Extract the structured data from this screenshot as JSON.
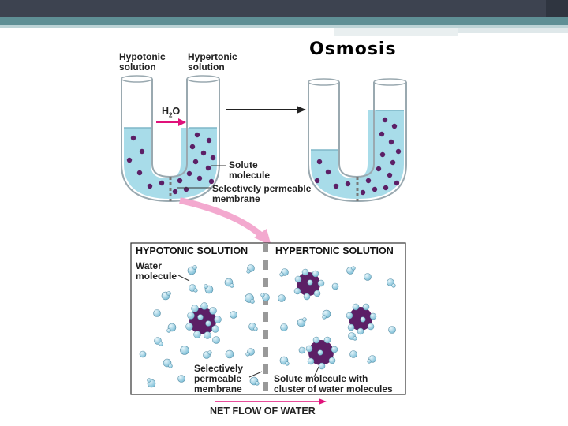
{
  "slide": {
    "title": "Osmosis"
  },
  "utube": {
    "hypotonic_label": "Hypotonic\nsolution",
    "hypertonic_label": "Hypertonic\nsolution",
    "water_label": "H",
    "water_sub": "2",
    "water_label_end": "O",
    "solute_label": "Solute\nmolecule",
    "membrane_label": "Selectively permeable\nmembrane"
  },
  "panel": {
    "left_heading": "HYPOTONIC SOLUTION",
    "right_heading": "HYPERTONIC SOLUTION",
    "water_molecule_label": "Water\nmolecule",
    "membrane_label": "Selectively\npermeable\nmembrane",
    "cluster_label": "Solute molecule with\ncluster of water molecules",
    "flow_label": "NET FLOW OF WATER"
  },
  "colors": {
    "liquid": "#a8dce9",
    "solute": "#5c1f66",
    "water_molecule": "#a9d8ea",
    "arrow_pink": "#e0127a"
  }
}
